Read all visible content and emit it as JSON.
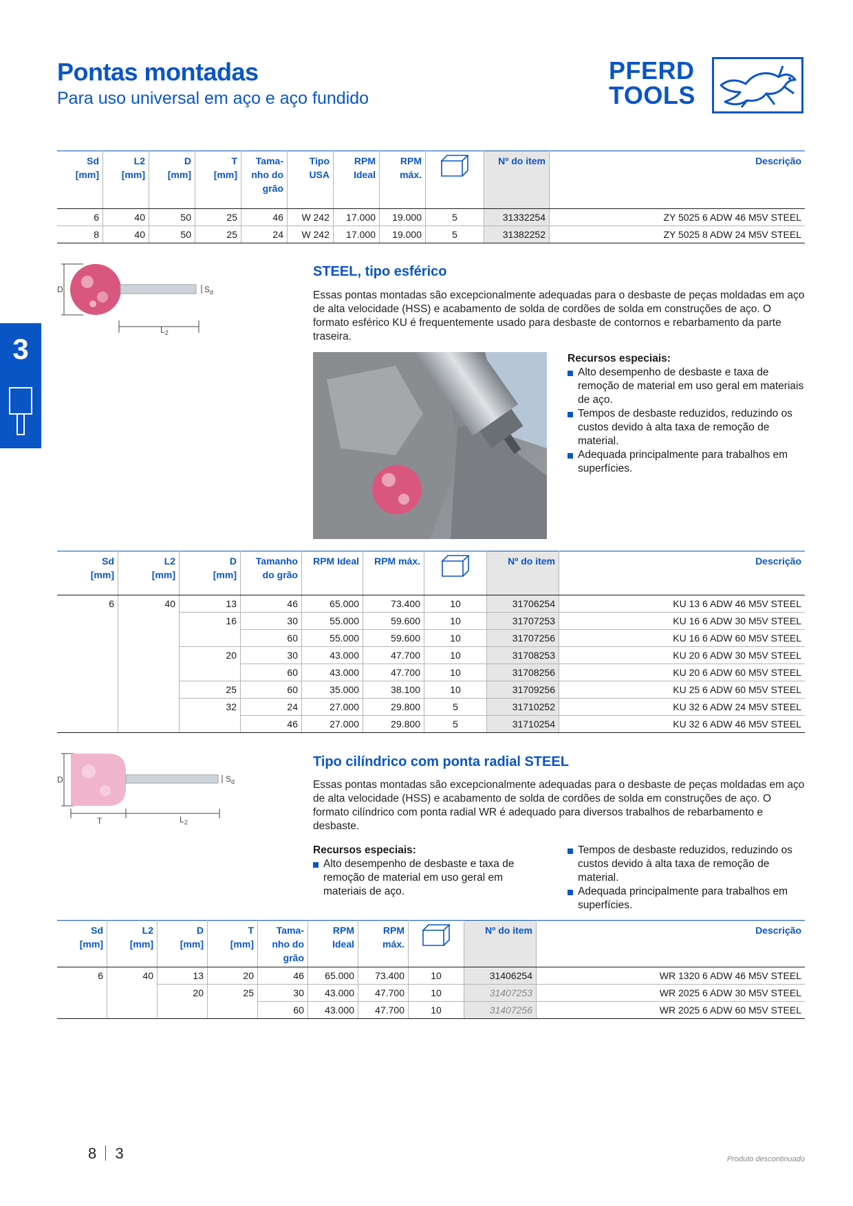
{
  "header": {
    "title": "Pontas montadas",
    "subtitle": "Para uso universal em aço e aço fundido",
    "logo_line1": "PFERD",
    "logo_line2": "TOOLS"
  },
  "side_tab": {
    "number": "3"
  },
  "table1": {
    "headers": [
      "Sd\n[mm]",
      "L2\n[mm]",
      "D\n[mm]",
      "T\n[mm]",
      "Tama-\nnho do\ngrão",
      "Tipo\nUSA",
      "RPM\nIdeal",
      "RPM\nmáx.",
      "",
      "Nº do item",
      "Descrição"
    ],
    "rows": [
      [
        "6",
        "40",
        "50",
        "25",
        "46",
        "W 242",
        "17.000",
        "19.000",
        "5",
        "31332254",
        "ZY 5025 6 ADW 46 M5V STEEL"
      ],
      [
        "8",
        "40",
        "50",
        "25",
        "24",
        "W 242",
        "17.000",
        "19.000",
        "5",
        "31382252",
        "ZY 5025 8 ADW 24 M5V STEEL"
      ]
    ]
  },
  "section1": {
    "title": "STEEL, tipo esférico",
    "text": "Essas pontas montadas são excepcionalmente adequadas para o desbaste de peças moldadas em aço de alta velocidade (HSS) e acabamento de solda de cordões de solda em construções de aço. O formato esférico KU é frequentemente usado para desbaste de contornos e rebarbamento da parte traseira.",
    "features_title": "Recursos especiais:",
    "features": [
      "Alto desempenho de desbaste e taxa de remoção de material em uso geral em materiais de aço.",
      "Tempos de desbaste reduzidos, reduzindo os custos devido à alta taxa de remoção de material.",
      "Adequada principalmente para trabalhos em superfícies."
    ],
    "drawing_labels": {
      "d": "D",
      "l2": "L",
      "l2_sub": "2",
      "sd": "S",
      "sd_sub": "d"
    }
  },
  "table2": {
    "headers": [
      "Sd\n[mm]",
      "L2\n[mm]",
      "D\n[mm]",
      "Tamanho\ndo grão",
      "RPM Ideal",
      "RPM máx.",
      "",
      "Nº do item",
      "Descrição"
    ],
    "rows": [
      [
        "6",
        "40",
        "13",
        "46",
        "65.000",
        "73.400",
        "10",
        "31706254",
        "KU 13 6 ADW 46 M5V STEEL"
      ],
      [
        "",
        "",
        "16",
        "30",
        "55.000",
        "59.600",
        "10",
        "31707253",
        "KU 16 6 ADW 30 M5V STEEL"
      ],
      [
        "",
        "",
        "",
        "60",
        "55.000",
        "59.600",
        "10",
        "31707256",
        "KU 16 6 ADW 60 M5V STEEL"
      ],
      [
        "",
        "",
        "20",
        "30",
        "43.000",
        "47.700",
        "10",
        "31708253",
        "KU 20 6 ADW 30 M5V STEEL"
      ],
      [
        "",
        "",
        "",
        "60",
        "43.000",
        "47.700",
        "10",
        "31708256",
        "KU 20 6 ADW 60 M5V STEEL"
      ],
      [
        "",
        "",
        "25",
        "60",
        "35.000",
        "38.100",
        "10",
        "31709256",
        "KU 25 6 ADW 60 M5V STEEL"
      ],
      [
        "",
        "",
        "32",
        "24",
        "27.000",
        "29.800",
        "5",
        "31710252",
        "KU 32 6 ADW 24 M5V STEEL"
      ],
      [
        "",
        "",
        "",
        "46",
        "27.000",
        "29.800",
        "5",
        "31710254",
        "KU 32 6 ADW 46 M5V STEEL"
      ]
    ]
  },
  "section2": {
    "title": "Tipo cilíndrico com ponta radial STEEL",
    "text": "Essas pontas montadas são excepcionalmente adequadas para o desbaste de peças moldadas em aço de alta velocidade (HSS) e acabamento de solda de cordões de solda em construções de aço. O formato cilíndrico com ponta radial WR é adequado para diversos trabalhos de rebarbamento e desbaste.",
    "features_title": "Recursos especiais:",
    "features_left": [
      "Alto desempenho de desbaste e taxa de remoção de material em uso geral em materiais de aço."
    ],
    "features_right": [
      "Tempos de desbaste reduzidos, reduzindo os custos devido à alta taxa de remoção de material.",
      "Adequada principalmente para trabalhos em superfícies."
    ],
    "drawing_labels": {
      "d": "D",
      "t": "T",
      "l2": "L",
      "l2_sub": "2",
      "sd": "S",
      "sd_sub": "d"
    }
  },
  "table3": {
    "headers": [
      "Sd\n[mm]",
      "L2\n[mm]",
      "D\n[mm]",
      "T\n[mm]",
      "Tama-\nnho do\ngrão",
      "RPM\nIdeal",
      "RPM\nmáx.",
      "",
      "Nº do item",
      "Descrição"
    ],
    "rows": [
      [
        "6",
        "40",
        "13",
        "20",
        "46",
        "65.000",
        "73.400",
        "10",
        "31406254",
        "WR 1320 6 ADW 46 M5V STEEL"
      ],
      [
        "",
        "",
        "20",
        "25",
        "30",
        "43.000",
        "47.700",
        "10",
        "31407253",
        "WR 2025 6 ADW 30 M5V STEEL"
      ],
      [
        "",
        "",
        "",
        "",
        "60",
        "43.000",
        "47.700",
        "10",
        "31407256",
        "WR 2025 6 ADW 60 M5V STEEL"
      ]
    ],
    "discontinued_items": [
      "31407253",
      "31407256"
    ]
  },
  "footer": {
    "page": "8",
    "chapter": "3",
    "note": "Produto descontinuado"
  },
  "colors": {
    "brand_blue": "#0a55c6",
    "item_column_bg": "#e6e6e6",
    "grinding_point_pink": "#d9577f"
  }
}
